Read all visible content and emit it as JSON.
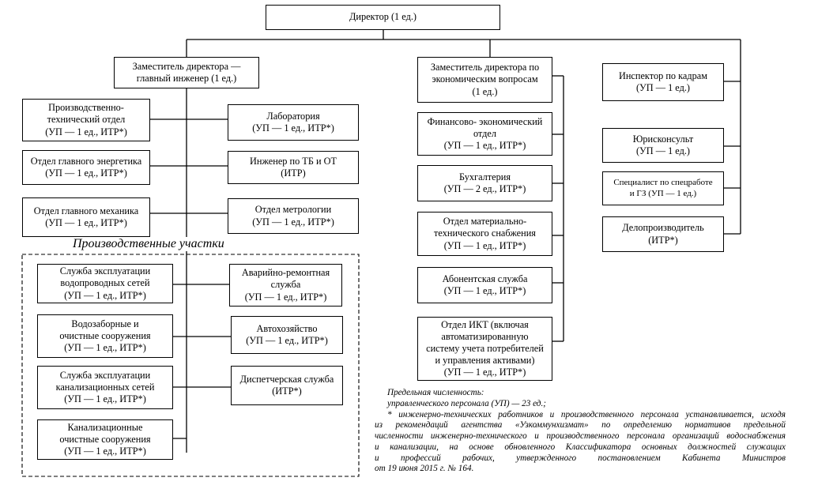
{
  "director": "Директор (1 ед.)",
  "left_column": {
    "chief_engineer": "Заместитель директора —\nглавный инженер (1 ед.)",
    "pto": "Производственно-\nтехнический отдел\n(УП — 1 ед., ИТР*)",
    "energy": "Отдел главного энергетика\n(УП — 1 ед., ИТР*)",
    "mechanic": "Отдел главного механика\n(УП — 1 ед., ИТР*)",
    "laboratory": "Лаборатория\n(УП — 1 ед., ИТР*)",
    "safety_engineer": "Инженер по ТБ и ОТ\n(ИТР)",
    "metrology": "Отдел метрологии\n(УП — 1 ед., ИТР*)"
  },
  "production": {
    "title": "Производственные участки",
    "water_network": "Служба эксплуатации\nводопроводных сетей\n(УП — 1 ед., ИТР*)",
    "water_intake": "Водозаборные и\nочистные сооружения\n(УП — 1 ед., ИТР*)",
    "sewer_network": "Служба эксплуатации\nканализационных сетей\n(УП — 1 ед., ИТР*)",
    "sewer_treatment": "Канализационные\nочистные сооружения\n(УП — 1 ед., ИТР*)",
    "emergency": "Аварийно-ремонтная\nслужба\n(УП — 1 ед., ИТР*)",
    "motor_pool": "Автохозяйство\n(УП — 1 ед., ИТР*)",
    "dispatch": "Диспетчерская служба\n(ИТР*)"
  },
  "middle_column": {
    "deputy_econ": "Заместитель директора по\nэкономическим вопросам\n(1 ед.)",
    "finance": "Финансово- экономический\nотдел\n(УП — 1 ед., ИТР*)",
    "accounting": "Бухгалтерия\n(УП — 2 ед., ИТР*)",
    "supply": "Отдел материально-\nтехнического снабжения\n(УП — 1 ед., ИТР*)",
    "subscriber": "Абонентская служба\n(УП — 1 ед., ИТР*)",
    "ikt": "Отдел ИКТ (включая\nавтоматизированную\nсистему учета потребителей\nи управления активами)\n(УП — 1 ед., ИТР*)"
  },
  "right_column": {
    "hr": "Инспектор по кадрам\n(УП — 1 ед.)",
    "legal": "Юрисконсульт\n(УП — 1 ед.)",
    "special": "Специалист по спецработе\nи ГЗ (УП — 1 ед.)",
    "records": "Делопроизводитель\n(ИТР*)"
  },
  "notes": {
    "line1": "Предельная численность:",
    "line2": "управленческого персонала (УП) —  23 ед.;",
    "line3": "* инженерно-технических работников и производственного персонала устанавливается, исходя",
    "line4": "из рекомендаций агентства «Узкоммунхизмат» по определению нормативов предельной",
    "line5": "численности инженерно-технического и производственного персонала организаций водоснабжения",
    "line6": "и канализации, на основе обновленного Классификатора основных должностей служащих",
    "line7": "и профессий рабочих, утвержденного постановлением Кабинета Министров",
    "line8": "от 19 июня 2015 г. № 164."
  }
}
